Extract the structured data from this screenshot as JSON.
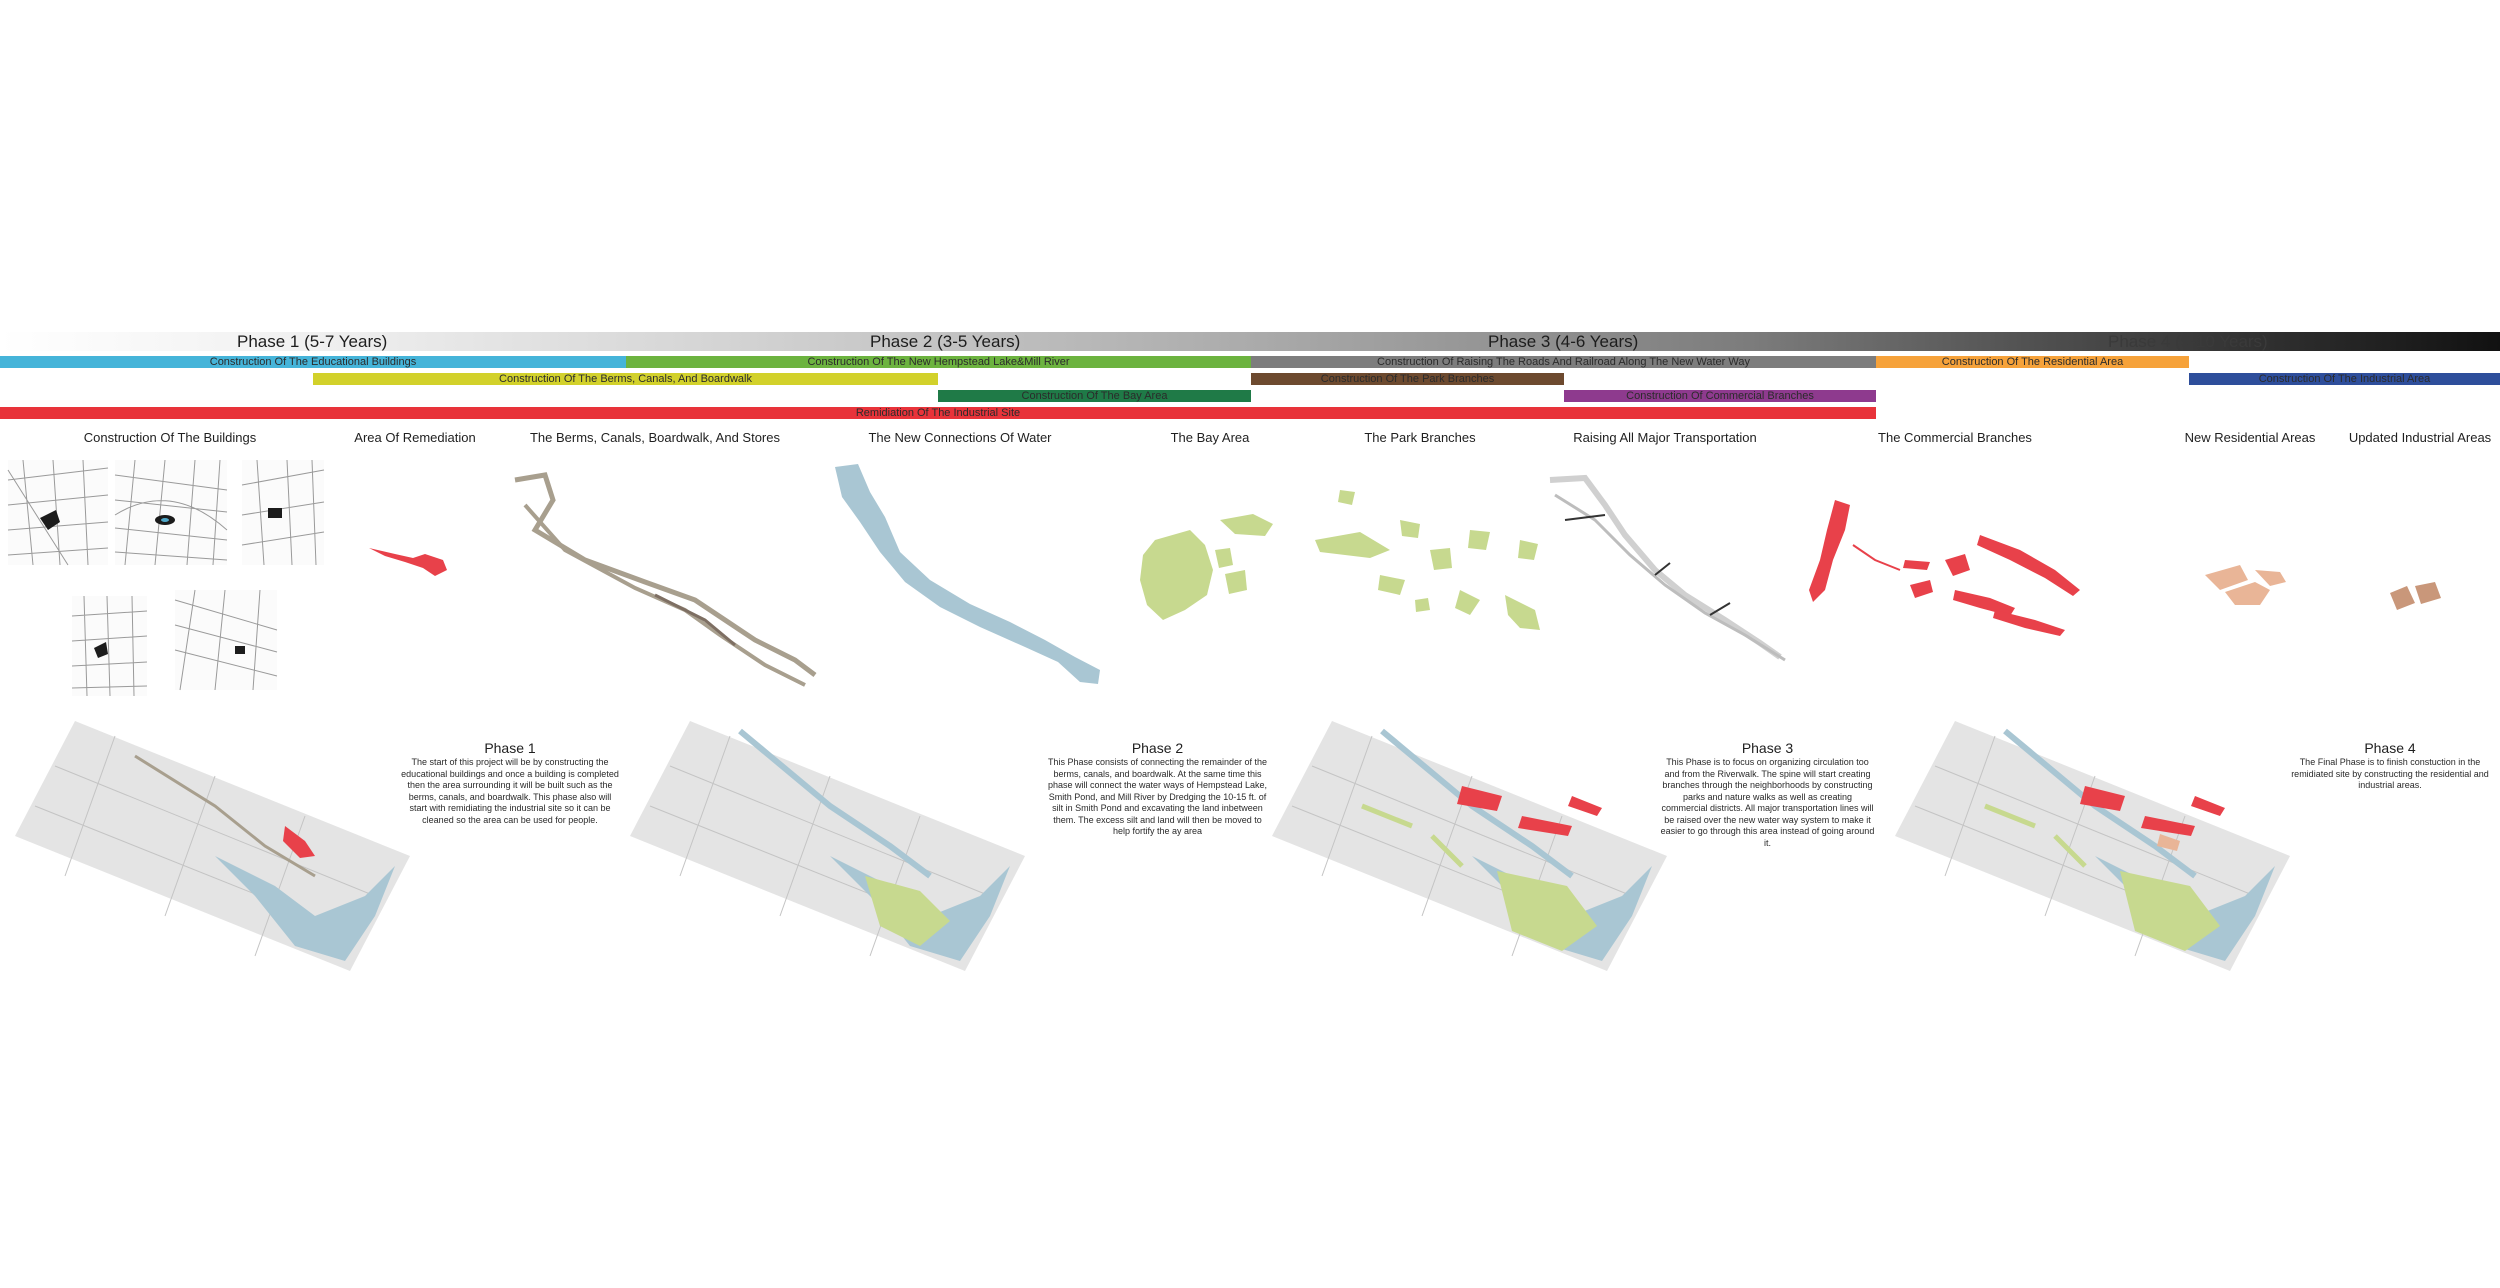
{
  "phases": [
    {
      "label": "Phase 1 (5-7 Years)"
    },
    {
      "label": "Phase 2 (3-5 Years)"
    },
    {
      "label": "Phase 3 (4-6 Years)"
    },
    {
      "label": "Phase 4 (5-10 Years)"
    }
  ],
  "timeline_bars": [
    {
      "label": "Construction Of The Educational Buildings",
      "color": "#45b4d9"
    },
    {
      "label": "Construction Of The New Hempstead Lake&Mill River",
      "color": "#6cb33f"
    },
    {
      "label": "Construction Of Raising The Roads And Railroad  Along The New Water Way",
      "color": "#7d7d7d"
    },
    {
      "label": "Construction Of The Residential Area",
      "color": "#f6a23a"
    },
    {
      "label": "Construction Of The Berms, Canals, And Boardwalk",
      "color": "#d2d12b"
    },
    {
      "label": "Construction Of The Park Branches",
      "color": "#6d4a2f"
    },
    {
      "label": "Construction Of The Industrial Area",
      "color": "#2e4e9b"
    },
    {
      "label": "Construction Of The Bay Area",
      "color": "#1f7a47"
    },
    {
      "label": "Construction Of  Commercial Branches",
      "color": "#8e3a8e"
    },
    {
      "label": "Remidiation Of The Industrial Site",
      "color": "#e8333a"
    }
  ],
  "columns": [
    {
      "title": "Construction Of The Buildings"
    },
    {
      "title": "Area Of Remediation"
    },
    {
      "title": "The Berms, Canals, Boardwalk, And Stores"
    },
    {
      "title": "The New Connections Of Water"
    },
    {
      "title": "The Bay Area"
    },
    {
      "title": "The Park Branches"
    },
    {
      "title": "Raising All Major Transportation"
    },
    {
      "title": "The Commercial Branches"
    },
    {
      "title": "New Residential Areas"
    },
    {
      "title": "Updated Industrial Areas"
    }
  ],
  "descriptions": [
    {
      "title": "Phase 1",
      "text": "The start of this project will be by constructing the educational buildings and once a building is completed then the area surrounding it will be built such as the berms, canals, and boardwalk. This phase also will start with remidiating the industrial site so it can be cleaned so the area can be used for people."
    },
    {
      "title": "Phase 2",
      "text": "This Phase consists of connecting the remainder of the berms, canals, and boardwalk.  At the same time this phase will connect the water ways of Hempstead Lake, Smith Pond, and Mill River by Dredging the 10-15 ft. of silt in Smith Pond and excavating the land inbetween them.  The excess silt and land will then be moved to help fortify the ay area"
    },
    {
      "title": "Phase 3",
      "text": "This Phase is to focus on organizing circulation too and from the Riverwalk.  The spine will start creating branches through the neighborhoods by constructing parks and nature walks as well as creating commercial districts. All major transportation lines will be raised over the new water way system to make it easier to go through this area instead of going around it."
    },
    {
      "title": "Phase 4",
      "text": "The Final Phase is to finish constuction in the remidiated site by constructing the residential and industrial areas."
    }
  ],
  "colors": {
    "water": "#a9c6d3",
    "park": "#c7d98f",
    "remediation": "#e8414a",
    "residential": "#e9b597",
    "industrial": "#c9977a",
    "berm": "#a89f8e"
  }
}
